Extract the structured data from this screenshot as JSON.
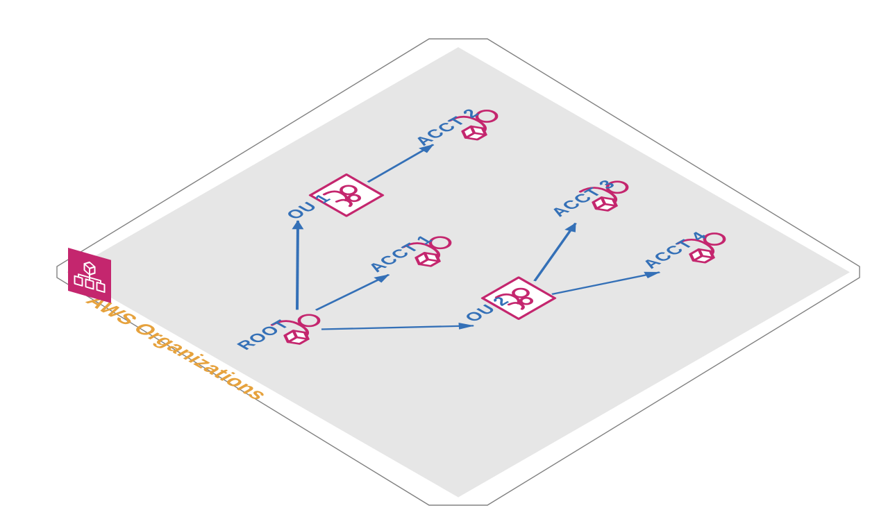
{
  "diagram": {
    "platform_label": "AWS Organizations",
    "badge": {
      "icon": "aws-organizations-icon",
      "color": "#C4266E"
    },
    "nodes": {
      "root": {
        "label": "ROOT",
        "type": "account"
      },
      "ou1": {
        "label": "OU 1",
        "type": "organizational-unit"
      },
      "acct1": {
        "label": "ACCT 1",
        "type": "account"
      },
      "acct2": {
        "label": "ACCT 2",
        "type": "account"
      },
      "ou2": {
        "label": "OU 2",
        "type": "organizational-unit"
      },
      "acct3": {
        "label": "ACCT 3",
        "type": "account"
      },
      "acct4": {
        "label": "ACCT 4",
        "type": "account"
      }
    },
    "edges": [
      {
        "from": "root",
        "to": "ou1"
      },
      {
        "from": "root",
        "to": "acct1"
      },
      {
        "from": "root",
        "to": "ou2"
      },
      {
        "from": "ou1",
        "to": "acct2"
      },
      {
        "from": "ou2",
        "to": "acct3"
      },
      {
        "from": "ou2",
        "to": "acct4"
      }
    ],
    "colors": {
      "node_pink": "#C4266E",
      "arrow_blue": "#3470B7",
      "label_blue": "#3470B7",
      "platform_orange": "#E6A23D",
      "plane_gray": "#E6E6E6",
      "outline_gray": "#808080",
      "background": "#FFFFFF"
    }
  }
}
